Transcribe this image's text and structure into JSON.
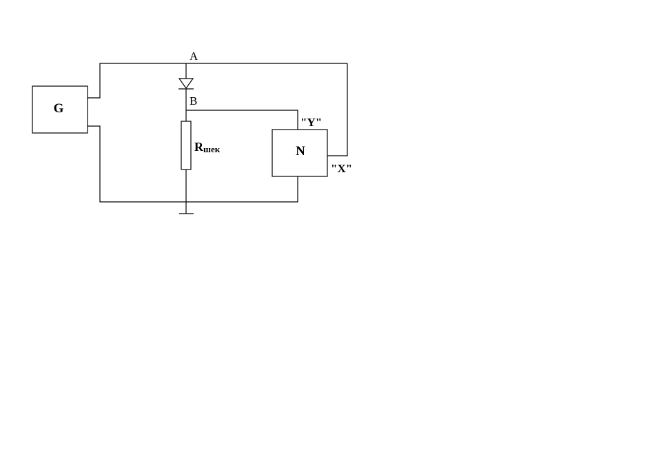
{
  "diagram": {
    "generator": {
      "label": "G"
    },
    "device": {
      "label": "N"
    },
    "nodes": {
      "a": "A",
      "b": "B"
    },
    "resistor": {
      "main": "R",
      "subscript": "шек"
    },
    "terminals": {
      "y": "\"Y\"",
      "x": "\"X\""
    }
  }
}
